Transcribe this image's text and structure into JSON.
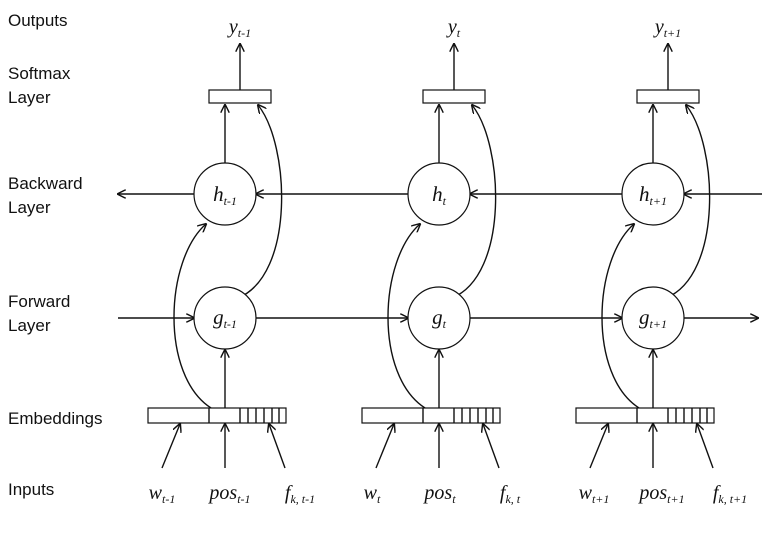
{
  "row_labels": {
    "outputs": "Outputs",
    "softmax_1": "Softmax",
    "softmax_2": "Layer",
    "backward_1": "Backward",
    "backward_2": "Layer",
    "forward_1": "Forward",
    "forward_2": "Layer",
    "embeddings": "Embeddings",
    "inputs": "Inputs"
  },
  "columns": [
    {
      "output": {
        "base": "y",
        "sub": "t-1"
      },
      "backward": {
        "base": "h",
        "sub": "t-1"
      },
      "forward": {
        "base": "g",
        "sub": "t-1"
      },
      "inputs": [
        {
          "base": "w",
          "sub": "t-1"
        },
        {
          "base": "pos",
          "sub": "t-1"
        },
        {
          "base": "f",
          "sub": "k, t-1"
        }
      ]
    },
    {
      "output": {
        "base": "y",
        "sub": "t"
      },
      "backward": {
        "base": "h",
        "sub": "t"
      },
      "forward": {
        "base": "g",
        "sub": "t"
      },
      "inputs": [
        {
          "base": "w",
          "sub": "t"
        },
        {
          "base": "pos",
          "sub": "t"
        },
        {
          "base": "f",
          "sub": "k, t"
        }
      ]
    },
    {
      "output": {
        "base": "y",
        "sub": "t+1"
      },
      "backward": {
        "base": "h",
        "sub": "t+1"
      },
      "forward": {
        "base": "g",
        "sub": "t+1"
      },
      "inputs": [
        {
          "base": "w",
          "sub": "t+1"
        },
        {
          "base": "pos",
          "sub": "t+1"
        },
        {
          "base": "f",
          "sub": "k, t+1"
        }
      ]
    }
  ]
}
